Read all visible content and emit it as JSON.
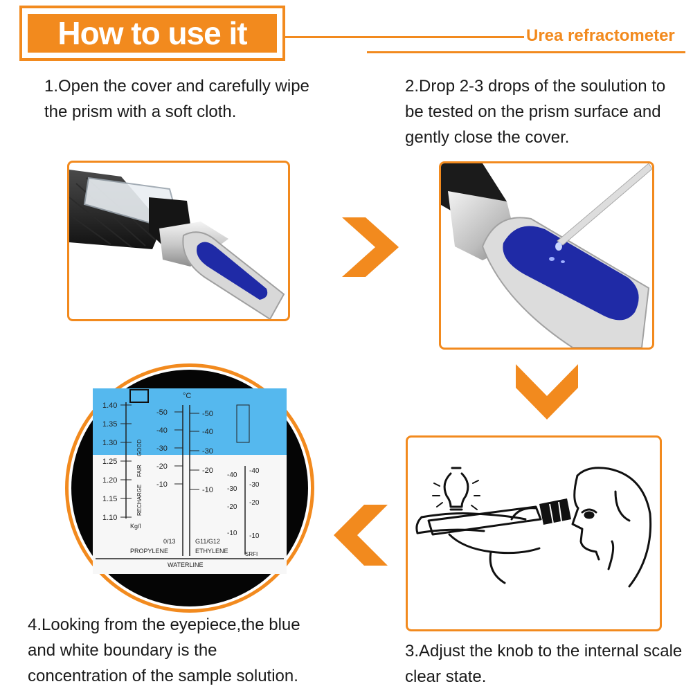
{
  "header": {
    "title": "How to use it",
    "subtitle": "Urea refractometer"
  },
  "steps": [
    {
      "text": "1.Open the cover and carefully wipe the prism with a soft cloth.",
      "lines": [
        "1.Open the cover and carefully wipe",
        "the prism with a soft cloth."
      ]
    },
    {
      "text": "2.Drop 2-3 drops of the soulution to be tested on the prism surface and gently close the cover.",
      "lines": [
        "2.Drop 2-3 drops of the soulution to",
        "be tested on the prism surface and",
        "gently close the cover."
      ]
    },
    {
      "text": "3.Adjust the knob to the internal scale clear state.",
      "lines": [
        "3.Adjust the knob to the internal scale",
        "clear state."
      ]
    },
    {
      "text": "4.Looking from the eyepiece,the blue and white boundary is the concentration of the sample solution.",
      "lines": [
        "4.Looking from the eyepiece,the blue",
        "and white boundary is the",
        "concentration of the sample solution."
      ]
    }
  ],
  "scale": {
    "left_values": [
      "1.40",
      "1.35",
      "1.30",
      "1.25",
      "1.20",
      "1.15",
      "1.10"
    ],
    "left_unit": "Kg/l",
    "left_vertical_labels": [
      "RECHARGE",
      "FAIR",
      "GOOD"
    ],
    "celsius_label": "°C",
    "temp_values_left": [
      "-50",
      "-40",
      "-30",
      "-20",
      "-10"
    ],
    "temp_values_right": [
      "-50",
      "-40",
      "-30",
      "-20",
      "-10"
    ],
    "temp_values_srfi": [
      "-40",
      "-30",
      "-20",
      "-10"
    ],
    "temp_values_srfi_left": [
      "-40",
      "-30",
      "-20",
      "-10"
    ],
    "propylene_code": "0/13",
    "propylene_label": "PROPYLENE",
    "ethylene_code": "G11/G12",
    "ethylene_label": "ETHYLENE",
    "srfi_label": "SRFI",
    "waterline_label": "WATERLINE"
  },
  "colors": {
    "accent": "#f28a1e",
    "prism_blue": "#1f2aa6",
    "scale_blue": "#55b8ee"
  }
}
